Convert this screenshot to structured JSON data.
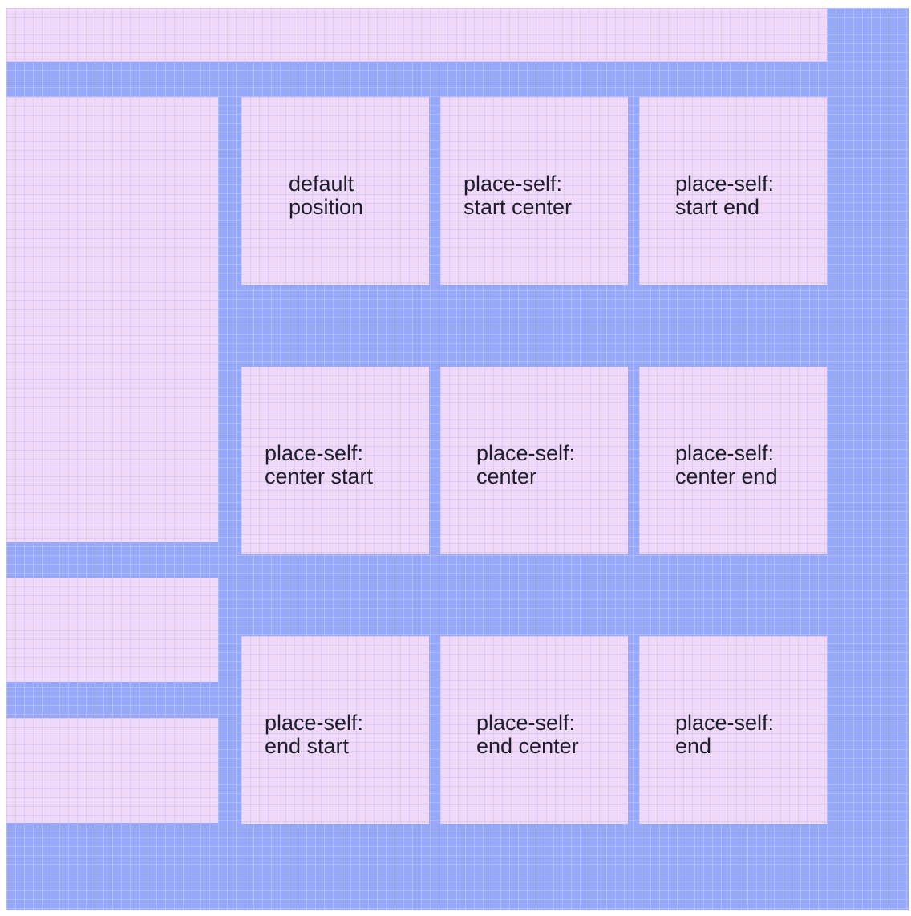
{
  "colors": {
    "grid_background": "#97a8f8",
    "panel": "#efd8f8",
    "text": "#1e1e2a"
  },
  "cells": [
    {
      "line1": "default",
      "line2": "position"
    },
    {
      "line1": "place-self:",
      "line2": "start center"
    },
    {
      "line1": "place-self:",
      "line2": "start end"
    },
    {
      "line1": "place-self:",
      "line2": "center start"
    },
    {
      "line1": "place-self:",
      "line2": "center"
    },
    {
      "line1": "place-self:",
      "line2": "center end"
    },
    {
      "line1": "place-self:",
      "line2": "end start"
    },
    {
      "line1": "place-self:",
      "line2": "end center"
    },
    {
      "line1": "place-self:",
      "line2": "end"
    }
  ]
}
